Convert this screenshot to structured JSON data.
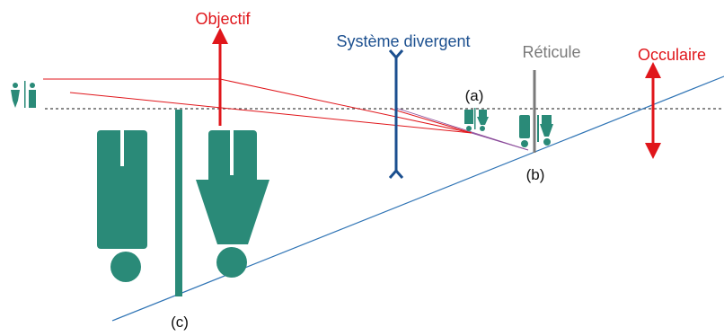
{
  "labels": {
    "objectif": "Objectif",
    "systeme": "Système divergent",
    "reticule": "Réticule",
    "oculaire": "Occulaire",
    "a": "(a)",
    "b": "(b)",
    "c": "(c)"
  },
  "colors": {
    "red": "#e0161b",
    "blue": "#1b4f8f",
    "gray": "#7a7a7a",
    "teal": "#2a8a78",
    "axis_line": "#2f74b5",
    "purple": "#8a4a9a",
    "dotted": "#444444"
  },
  "icons": [
    "person-icon",
    "reticle-icon",
    "lens-arrow-icon"
  ]
}
